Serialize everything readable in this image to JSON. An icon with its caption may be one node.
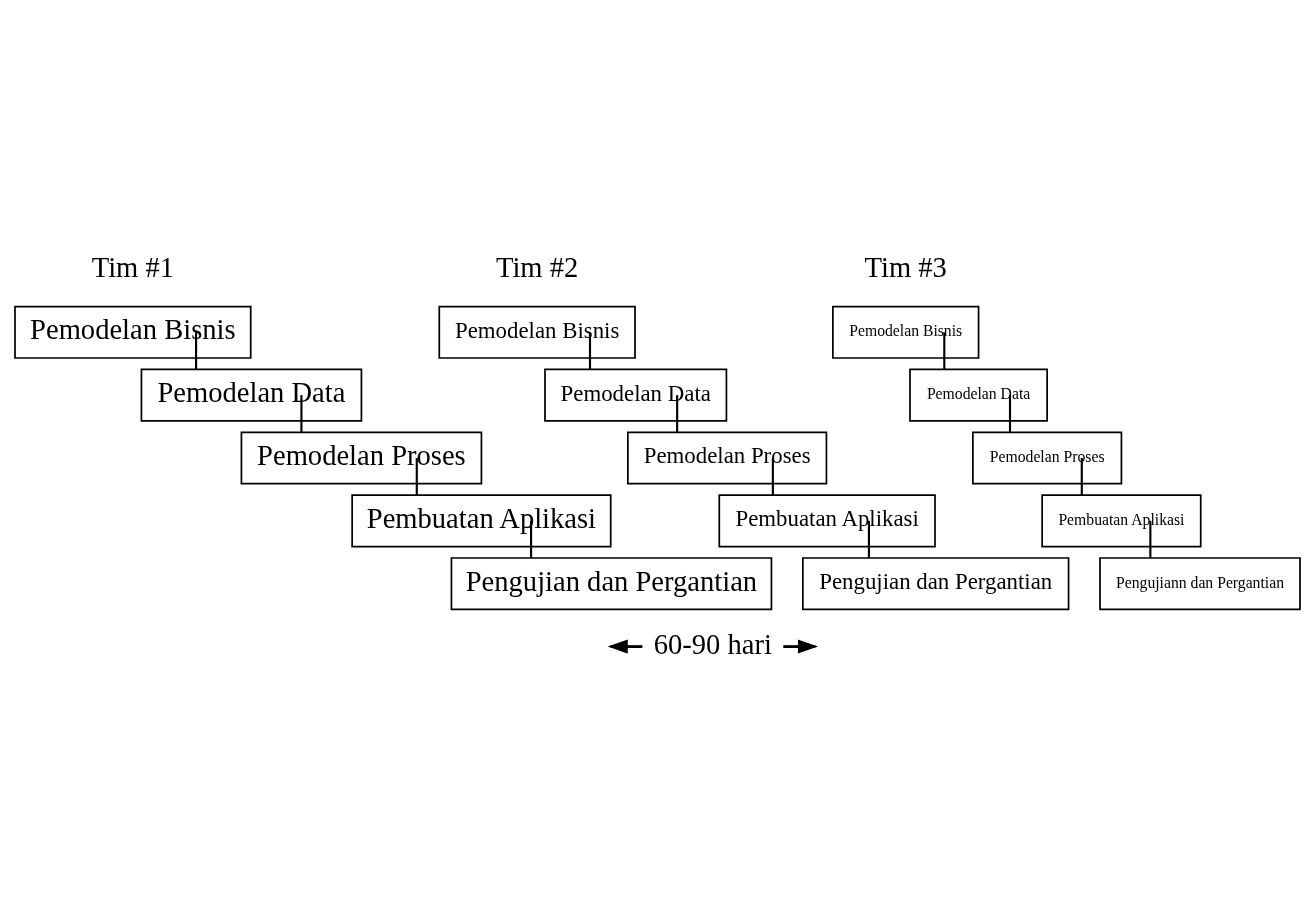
{
  "diagram": {
    "nodes": [
      {
        "text": [
          "Pemodelan Bisnis"
        ]
      },
      {
        "text": [
          "Pemodelan Data"
        ]
      },
      {
        "text": [
          "Pemodelan Proses"
        ]
      },
      {
        "text": [
          "Pembuatan Aplikasi"
        ]
      },
      {
        "text": [
          "Pengujian dan Pergantian"
        ]
      },
      {
        "text": [
          "Pemodelan Bisnis"
        ]
      },
      {
        "text": [
          "Pemodelan Data"
        ]
      },
      {
        "text": [
          "Pemodelan Proses"
        ]
      },
      {
        "text": [
          "Pembuatan Aplikasi"
        ]
      },
      {
        "text": [
          "Pengujian dan Pergantian"
        ]
      },
      {
        "text": [
          "Pemodelan Bisnis"
        ]
      },
      {
        "text": [
          "Pemodelan Data"
        ]
      },
      {
        "text": [
          "Pemodelan Proses"
        ]
      },
      {
        "text": [
          "Pembuatan Aplikasi"
        ]
      },
      {
        "text": [
          "Pengujiann dan Pergantian"
        ]
      }
    ],
    "edges": [
      {
        "from": 0,
        "to": 1,
        "arrow": "none"
      },
      {
        "from": 1,
        "to": 2,
        "arrow": "none"
      },
      {
        "from": 2,
        "to": 3,
        "arrow": "none"
      },
      {
        "from": 3,
        "to": 4,
        "arrow": "none"
      },
      {
        "from": 5,
        "to": 6,
        "arrow": "none"
      },
      {
        "from": 6,
        "to": 7,
        "arrow": "none"
      },
      {
        "from": 7,
        "to": 8,
        "arrow": "none"
      },
      {
        "from": 8,
        "to": 9,
        "arrow": "none"
      },
      {
        "from": 10,
        "to": 11,
        "arrow": "none"
      },
      {
        "from": 11,
        "to": 12,
        "arrow": "none"
      },
      {
        "from": 12,
        "to": 13,
        "arrow": "none"
      },
      {
        "from": 13,
        "to": 14,
        "arrow": "none"
      }
    ],
    "labels": [
      "Tim #3",
      "Tim #2",
      "Tim #1",
      "60-90 hari"
    ]
  }
}
